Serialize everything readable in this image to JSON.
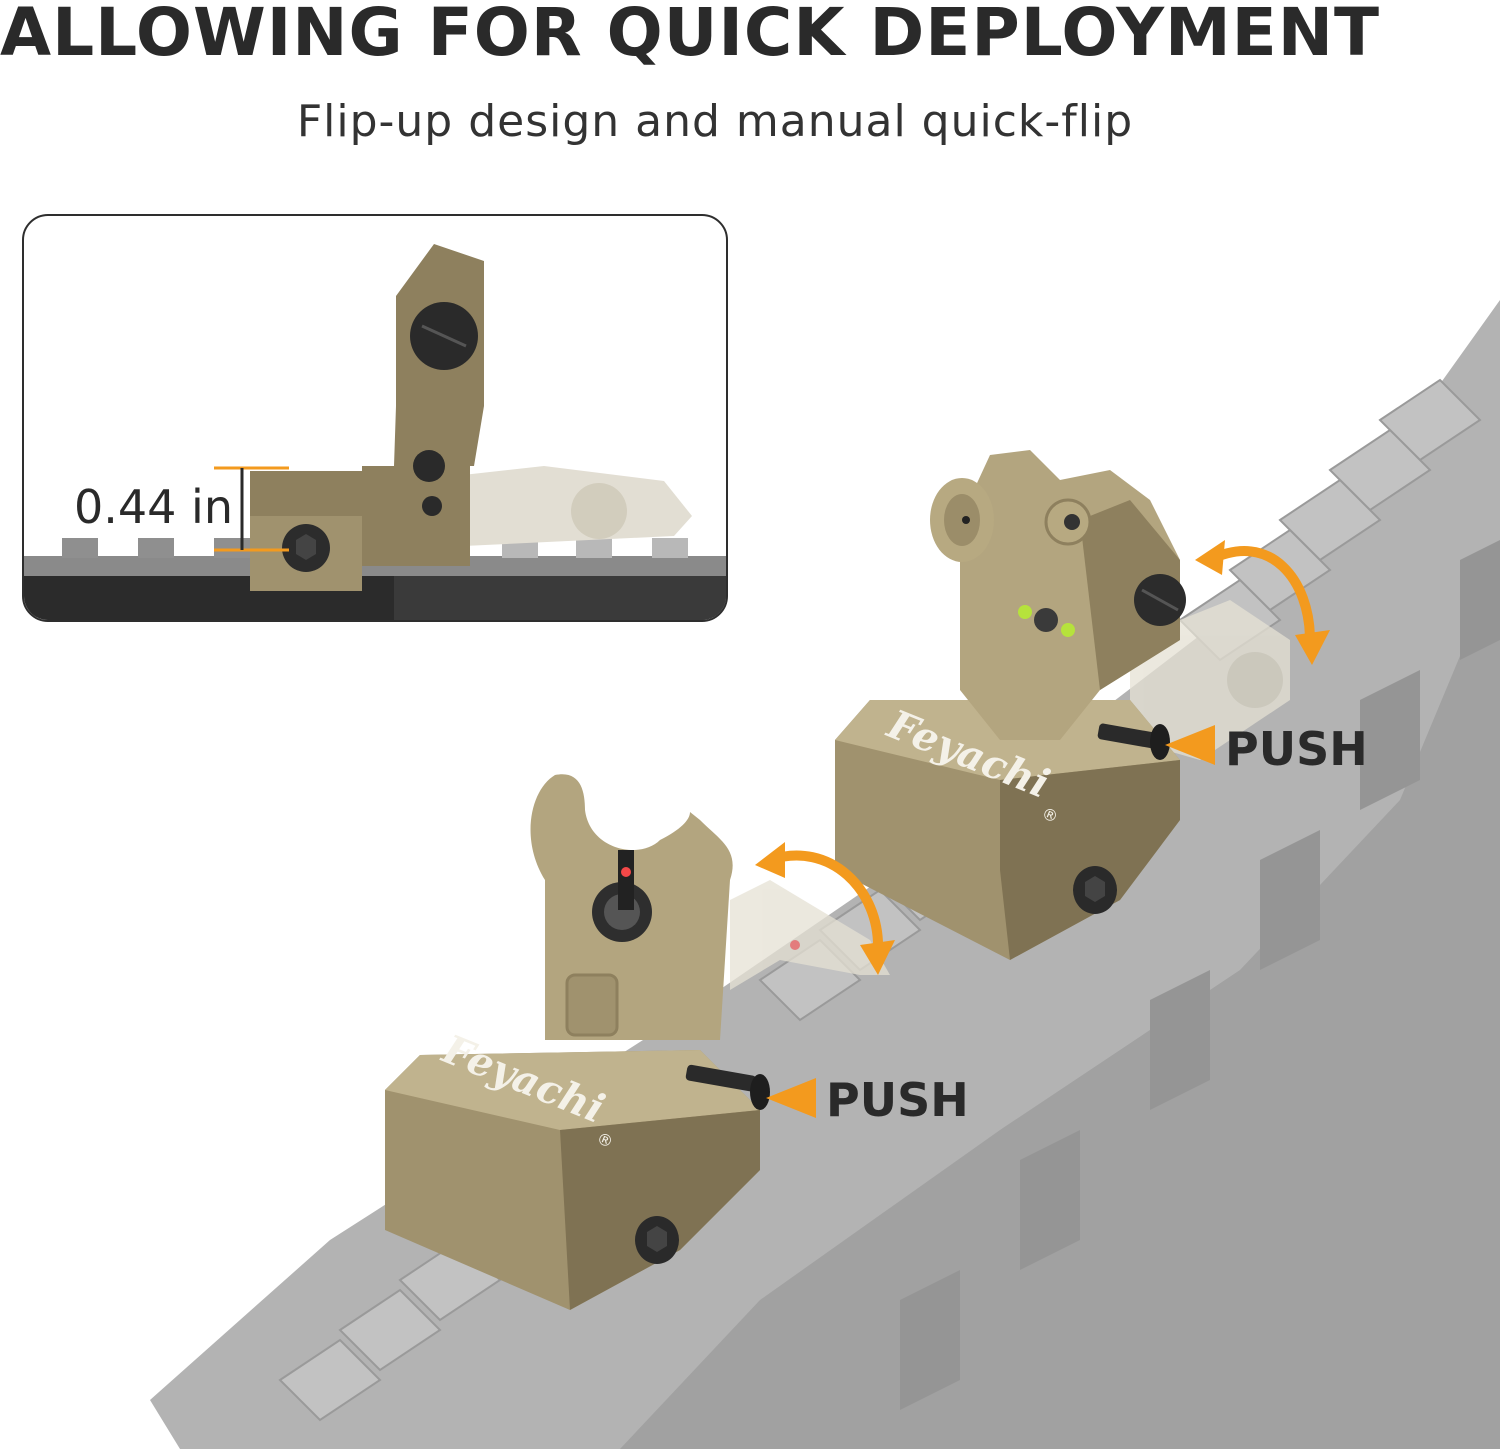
{
  "header": {
    "title": "ALLOWING FOR QUICK DEPLOYMENT",
    "subtitle": "Flip-up design and manual quick-flip"
  },
  "inset": {
    "height_label": "0.44 in"
  },
  "callouts": {
    "rear_push": "PUSH",
    "front_push": "PUSH"
  },
  "brand": {
    "logo_text": "Feyachi",
    "registered_mark": "®"
  },
  "colors": {
    "sight_body": "#a0926e",
    "sight_dark": "#7c6f50",
    "sight_light": "#c9bc98",
    "rail": "#a9a9a9",
    "rail_dark": "#8d8d8d",
    "arrow": "#f39a1e",
    "dimension_line": "#f39a1e",
    "text_dark": "#2a2a2a"
  }
}
